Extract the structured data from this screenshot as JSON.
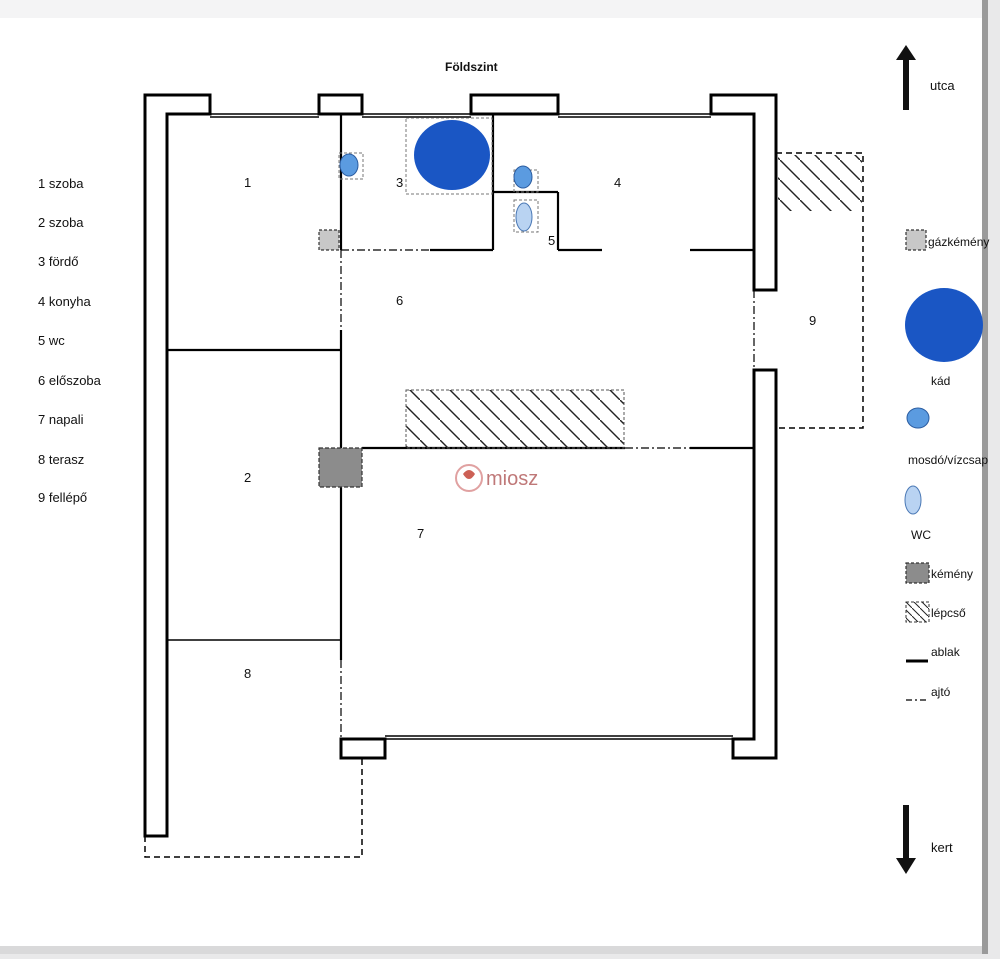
{
  "title": "Földszint",
  "rooms": [
    {
      "num": "1",
      "name": "szoba"
    },
    {
      "num": "2",
      "name": "szoba"
    },
    {
      "num": "3",
      "name": "fördő"
    },
    {
      "num": "4",
      "name": "konyha"
    },
    {
      "num": "5",
      "name": "wc"
    },
    {
      "num": "6",
      "name": "előszoba"
    },
    {
      "num": "7",
      "name": "napali"
    },
    {
      "num": "8",
      "name": "terasz"
    },
    {
      "num": "9",
      "name": "fellépő"
    }
  ],
  "room_list_labels": [
    "1 szoba",
    "2 szoba",
    "3 fördő",
    "4 konyha",
    "5 wc",
    "6 előszoba",
    "7 napali",
    "8 terasz",
    "9 fellépő"
  ],
  "plan_labels": [
    "1",
    "2",
    "3",
    "4",
    "5",
    "6",
    "7",
    "8",
    "9"
  ],
  "directions": {
    "top": "utca",
    "bottom": "kert"
  },
  "legend": {
    "gas_chimney": "gázkémény",
    "bathtub": "kád",
    "sink": "mosdó/vízcsap",
    "wc": "WC",
    "chimney": "kémény",
    "stairs": "lépcső",
    "window": "ablak",
    "door": "ajtó"
  },
  "watermark": "miosz",
  "colors": {
    "wall": "#000000",
    "bathtub": "#1a56c4",
    "sink": "#5b9be0",
    "wc": "#b9d3f2",
    "chimney": "#8c8c8c",
    "gas_chimney": "#c8c8c8",
    "watermark": "#c0392b"
  }
}
